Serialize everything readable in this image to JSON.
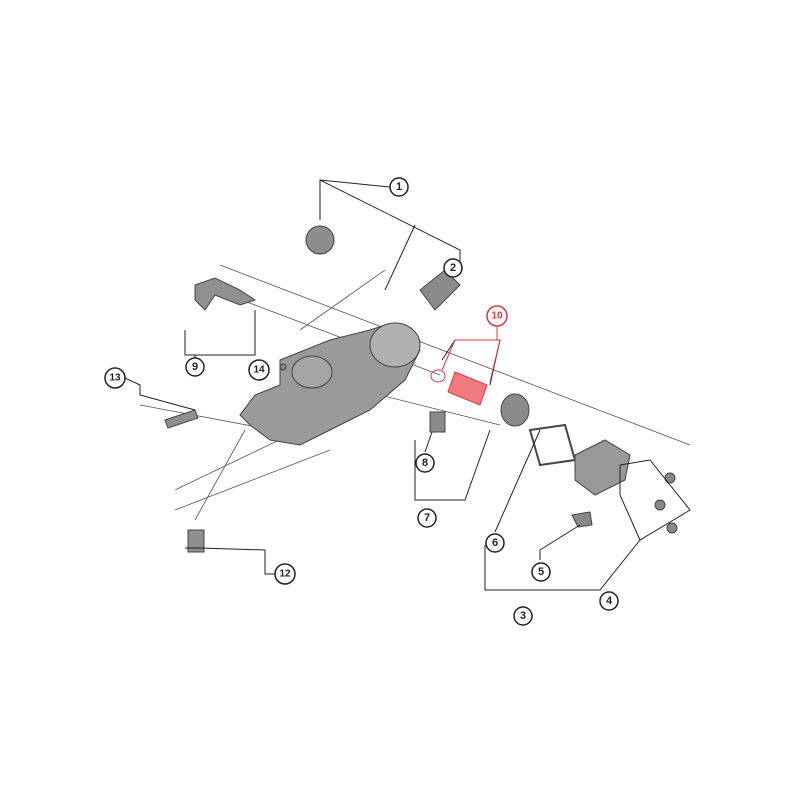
{
  "diagram": {
    "highlight_color": "#e8333a",
    "line_color": "#222222",
    "part_color": "#8a8a8a",
    "callouts": [
      {
        "id": "c1",
        "label": "1",
        "highlight": false
      },
      {
        "id": "c2",
        "label": "2",
        "highlight": false
      },
      {
        "id": "c3",
        "label": "3",
        "highlight": false
      },
      {
        "id": "c4",
        "label": "4",
        "highlight": false
      },
      {
        "id": "c5",
        "label": "5",
        "highlight": false
      },
      {
        "id": "c6",
        "label": "6",
        "highlight": false
      },
      {
        "id": "c7",
        "label": "7",
        "highlight": false
      },
      {
        "id": "c8",
        "label": "8",
        "highlight": false
      },
      {
        "id": "c9",
        "label": "9",
        "highlight": false
      },
      {
        "id": "c10",
        "label": "10",
        "highlight": true
      },
      {
        "id": "c12",
        "label": "12",
        "highlight": false
      },
      {
        "id": "c13",
        "label": "13",
        "highlight": false
      },
      {
        "id": "c14",
        "label": "14",
        "highlight": false
      }
    ]
  }
}
